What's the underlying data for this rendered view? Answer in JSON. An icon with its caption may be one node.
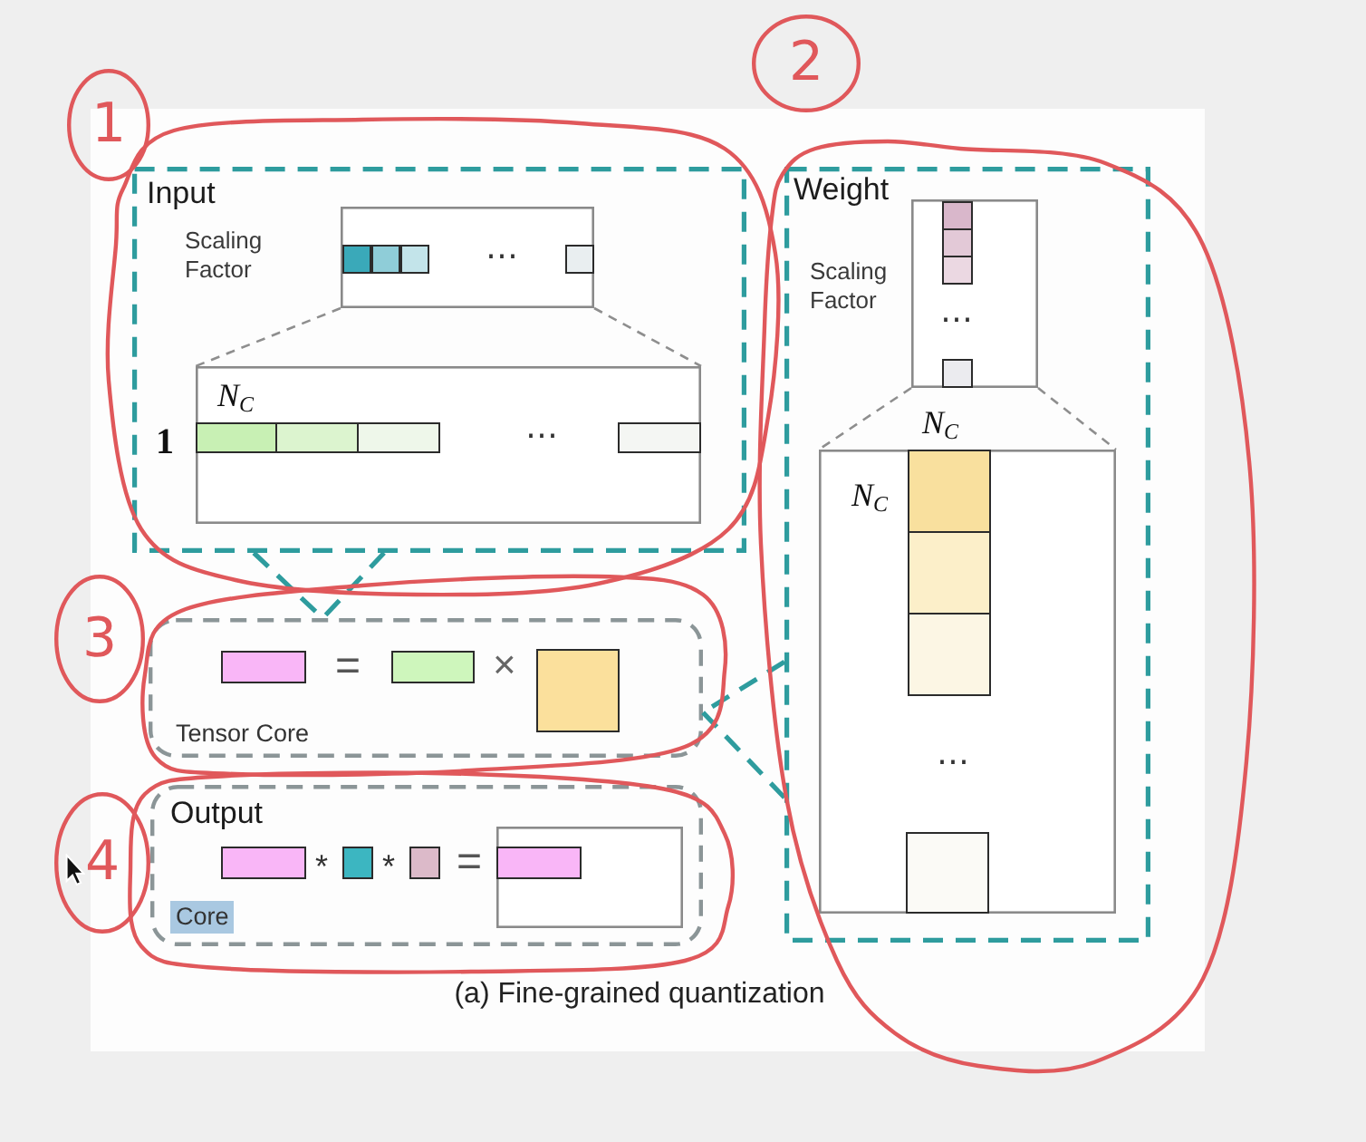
{
  "diagram": {
    "caption": "(a) Fine-grained quantization",
    "nodes": [
      {
        "text": [
          "Input"
        ]
      },
      {
        "text": [
          "⋯"
        ],
        "in": 0
      },
      {
        "text": [
          "N$_{C}$",
          "⋯"
        ],
        "beside": [
          "1"
        ],
        "in": 0
      },
      {
        "text": [
          "Weight"
        ]
      },
      {
        "text": [
          "Scaling Factor",
          "⋯"
        ],
        "in": 3
      },
      {
        "text": [
          "N$_{C}$",
          "N$_{C}$",
          "⋯"
        ],
        "in": 3
      },
      {
        "text": [
          "=",
          "×",
          "Tensor Core"
        ]
      },
      {
        "text": [
          "Output",
          "*",
          "*",
          "=",
          "Core"
        ]
      },
      {
        "text": [],
        "shape": "box",
        "in": 7
      },
      {
        "text": [
          "1"
        ]
      },
      {
        "text": [
          "2"
        ]
      },
      {
        "text": [
          "3"
        ]
      },
      {
        "text": [
          "4"
        ]
      }
    ],
    "edges": [
      {
        "from": 1,
        "to": 2,
        "arrow": "none",
        "style": "dashed"
      },
      {
        "from": 1,
        "to": 2,
        "arrow": "none",
        "style": "dashed"
      },
      {
        "from": 4,
        "to": 5,
        "arrow": "none",
        "style": "dashed"
      },
      {
        "from": 4,
        "to": 5,
        "arrow": "none",
        "style": "dashed"
      },
      {
        "from": 0,
        "to": 6,
        "arrow": "none",
        "style": "dashed",
        "color": "#2e9c9e"
      },
      {
        "from": 3,
        "to": 6,
        "arrow": "none",
        "style": "dashed",
        "color": "#2e9c9e"
      }
    ],
    "labels": [
      "Scaling Factor"
    ]
  }
}
